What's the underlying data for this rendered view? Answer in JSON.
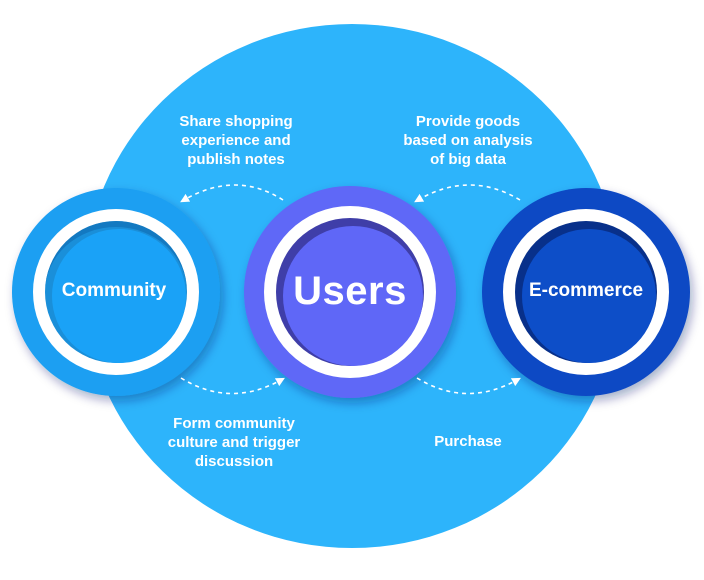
{
  "colors": {
    "background": "#ffffff",
    "big_circle": "#2db4fb",
    "community": "#1a9ff2",
    "users": "#5f67f7",
    "ecommerce": "#0d49c4",
    "ring": "#ffffff",
    "text": "#ffffff"
  },
  "nodes": {
    "community": "Community",
    "users": "Users",
    "ecommerce": "E-commerce"
  },
  "annotations": {
    "top_left": "Share shopping\nexperience and\npublish notes",
    "top_right": "Provide goods\nbased on analysis\nof big data",
    "bottom_left": "Form community\nculture and trigger\ndiscussion",
    "bottom_right": "Purchase"
  }
}
